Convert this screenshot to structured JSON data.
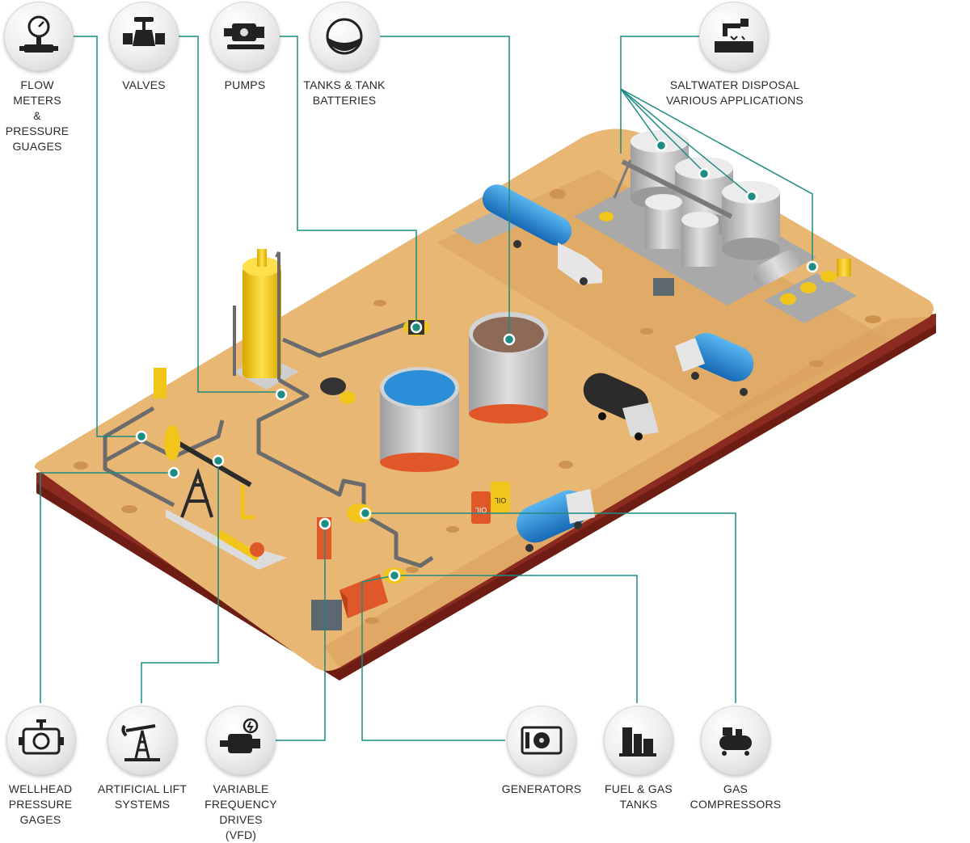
{
  "categories": [
    {
      "id": "flow-meters",
      "label": "FLOW METERS\n& PRESSURE\nGUAGES",
      "icon": "gauge-icon"
    },
    {
      "id": "valves",
      "label": "VALVES",
      "icon": "valve-icon"
    },
    {
      "id": "pumps",
      "label": "PUMPS",
      "icon": "pump-icon"
    },
    {
      "id": "tanks",
      "label": "TANKS & TANK\nBATTERIES",
      "icon": "tank-icon"
    },
    {
      "id": "saltwater",
      "label": "SALTWATER DISPOSAL\nVARIOUS APPLICATIONS",
      "icon": "saltwater-disposal-icon"
    },
    {
      "id": "wellhead",
      "label": "WELLHEAD\nPRESSURE\nGAGES",
      "icon": "wellhead-gage-icon"
    },
    {
      "id": "artificial-lift",
      "label": "ARTIFICIAL LIFT\nSYSTEMS",
      "icon": "pumpjack-icon"
    },
    {
      "id": "vfd",
      "label": "VARIABLE\nFREQUENCY DRIVES\n(VFD)",
      "icon": "vfd-motor-icon"
    },
    {
      "id": "generators",
      "label": "GENERATORS",
      "icon": "generator-icon"
    },
    {
      "id": "fuel-gas",
      "label": "FUEL & GAS\nTANKS",
      "icon": "fuel-tanks-icon"
    },
    {
      "id": "compressors",
      "label": "GAS\nCOMPRESSORS",
      "icon": "compressor-icon"
    }
  ],
  "barrel_label": "OIL",
  "colors": {
    "ground": "#e8b774",
    "ground_dark": "#d9a05c",
    "base_red": "#8b2a1f",
    "leader": "#1d8c82",
    "pipe": "#6b6b6b",
    "accent_yellow": "#f2c51b",
    "water": "#2a8fd8"
  }
}
